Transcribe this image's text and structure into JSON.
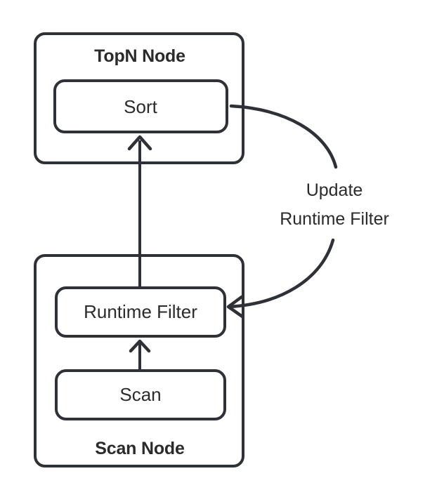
{
  "diagram": {
    "title_topn": "TopN Node",
    "title_scan": "Scan Node",
    "colors": {
      "stroke": "#2e3138",
      "text": "#2b2b2e",
      "background": "#ffffff"
    },
    "nodes": [
      {
        "id": "topn-node",
        "label": "TopN Node",
        "children": [
          {
            "id": "sort-box",
            "label": "Sort"
          }
        ]
      },
      {
        "id": "scan-node",
        "label": "Scan Node",
        "children": [
          {
            "id": "runtime-filter-box",
            "label": "Runtime Filter"
          },
          {
            "id": "scan-box",
            "label": "Scan"
          }
        ]
      }
    ],
    "edges": [
      {
        "id": "scan-to-topn",
        "from": "runtime-filter-box",
        "to": "sort-box",
        "label": "",
        "direction": "up",
        "style": "straight"
      },
      {
        "id": "scan-to-runtime-filter",
        "from": "scan-box",
        "to": "runtime-filter-box",
        "label": "",
        "direction": "up",
        "style": "straight"
      },
      {
        "id": "sort-to-runtime-filter",
        "from": "sort-box",
        "to": "runtime-filter-box",
        "label_line1": "Update",
        "label_line2": "Runtime Filter",
        "direction": "left",
        "style": "curved"
      }
    ]
  }
}
